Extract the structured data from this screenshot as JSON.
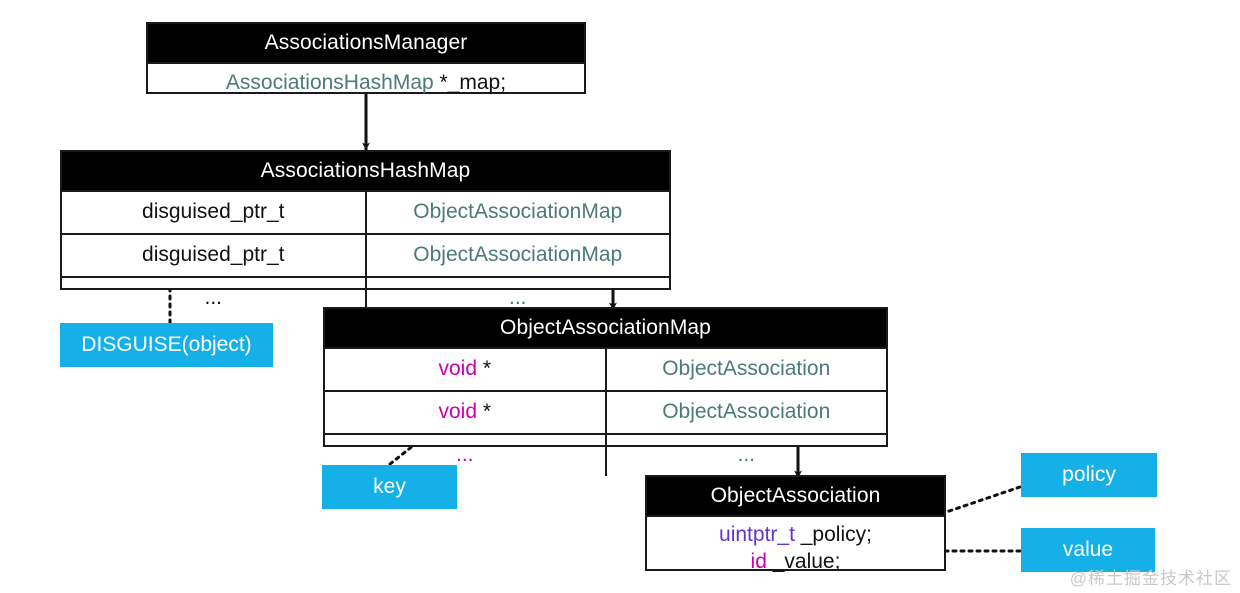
{
  "diagram": {
    "title_watermark": "@稀土掘金技术社区",
    "colors": {
      "header_bg": "#000000",
      "header_text": "#ffffff",
      "border": "#1a1a1a",
      "type_teal": "#4b7b77",
      "type_magenta": "#cc00aa",
      "type_violet": "#6633cc",
      "callout_bg": "#15b0e8",
      "callout_text": "#ffffff",
      "watermark": "#c9c9c9"
    },
    "boxes": [
      {
        "id": "associations-manager",
        "title": "AssociationsManager",
        "body_type": "AssociationsHashMap",
        "body_rest": " *_map;"
      },
      {
        "id": "associations-hashmap",
        "title": "AssociationsHashMap",
        "rows": [
          {
            "key": "disguised_ptr_t",
            "value": "ObjectAssociationMap"
          },
          {
            "key": "disguised_ptr_t",
            "value": "ObjectAssociationMap"
          },
          {
            "key": "...",
            "value": "..."
          }
        ]
      },
      {
        "id": "object-association-map",
        "title": "ObjectAssociationMap",
        "rows": [
          {
            "key_type": "void",
            "key_rest": " *",
            "value": "ObjectAssociation"
          },
          {
            "key_type": "void",
            "key_rest": " *",
            "value": "ObjectAssociation"
          },
          {
            "key_type": "...",
            "key_rest": "",
            "value": "..."
          }
        ]
      },
      {
        "id": "object-association",
        "title": "ObjectAssociation",
        "fields": [
          {
            "type": "uintptr_t",
            "name": " _policy;"
          },
          {
            "type": "id",
            "name": " _value;"
          }
        ]
      }
    ],
    "callouts": [
      {
        "id": "disguise",
        "label": "DISGUISE(object)"
      },
      {
        "id": "key",
        "label": "key"
      },
      {
        "id": "policy",
        "label": "policy"
      },
      {
        "id": "value",
        "label": "value"
      }
    ]
  }
}
